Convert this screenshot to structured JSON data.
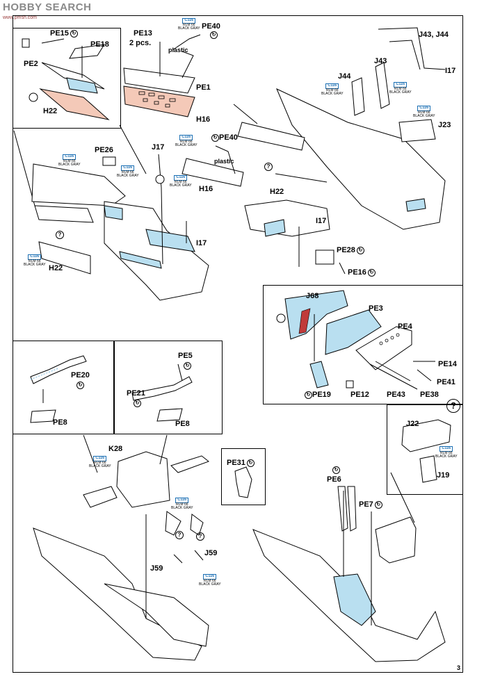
{
  "watermark": {
    "text": "HOBBY SEARCH",
    "sub": "www.pmsh.com"
  },
  "page_number": "3",
  "part_labels": {
    "pe15": "PE15",
    "pe18": "PE18",
    "pe2": "PE2",
    "h22_a": "H22",
    "pe13": "PE13",
    "pe13_qty": "2 pcs.",
    "pe40_a": "PE40",
    "plastic_a": "plastic",
    "pe1": "PE1",
    "h16_a": "H16",
    "j43_j44": "J43, J44",
    "j43": "J43",
    "j44": "J44",
    "i17_a": "I17",
    "j23": "J23",
    "pe26": "PE26",
    "j17": "J17",
    "pe40_b": "PE40",
    "plastic_b": "plastic",
    "h16_b": "H16",
    "i17_b": "I17",
    "h22_b": "H22",
    "h22_c": "H22",
    "i17_c": "I17",
    "pe28": "PE28",
    "pe16": "PE16",
    "j68": "J68",
    "pe3": "PE3",
    "pe4": "PE4",
    "pe14": "PE14",
    "pe41": "PE41",
    "pe19": "PE19",
    "pe12": "PE12",
    "pe43": "PE43",
    "pe38": "PE38",
    "pe20": "PE20",
    "pe8_a": "PE8",
    "pe5": "PE5",
    "pe21": "PE21",
    "pe8_b": "PE8",
    "j22": "J22",
    "j19": "J19",
    "k28": "K28",
    "pe31": "PE31",
    "j59_a": "J59",
    "j59_b": "J59",
    "pe6": "PE6",
    "pe7": "PE7"
  },
  "paint": {
    "code": "C116",
    "line1": "RLM 66",
    "line2": "BLACK GRAY"
  },
  "symbols": {
    "turn": "↻",
    "question": "?"
  }
}
